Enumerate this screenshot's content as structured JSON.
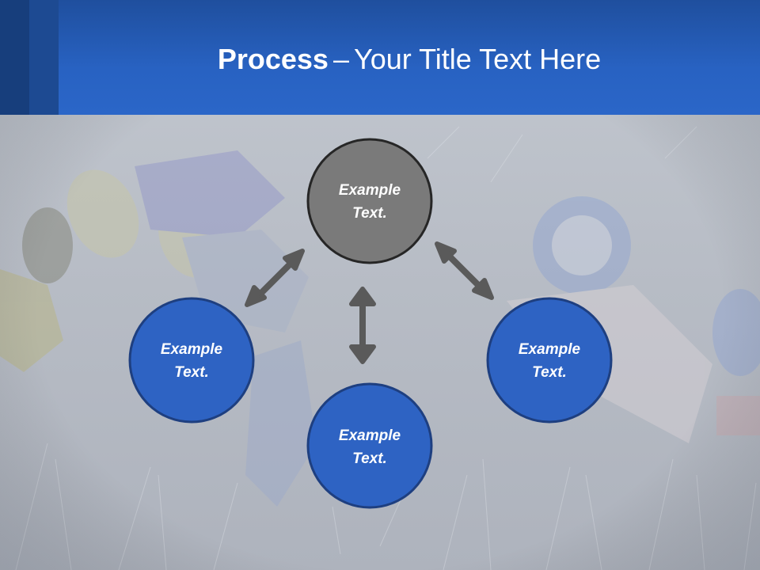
{
  "slide": {
    "title_bold": "Process",
    "title_sep": "–",
    "title_rest": "Your Title Text Here"
  },
  "colors": {
    "header": "#2862c2",
    "header_dark": "#173e7c",
    "node_blue": "#2e63c3",
    "node_center": "#7a7a7a",
    "arrow": "#5a5a5a"
  },
  "diagram": {
    "nodes": [
      {
        "id": "top",
        "line1": "Example",
        "line2": "Text."
      },
      {
        "id": "left",
        "line1": "Example",
        "line2": "Text."
      },
      {
        "id": "bottom",
        "line1": "Example",
        "line2": "Text."
      },
      {
        "id": "right",
        "line1": "Example",
        "line2": "Text."
      }
    ]
  }
}
